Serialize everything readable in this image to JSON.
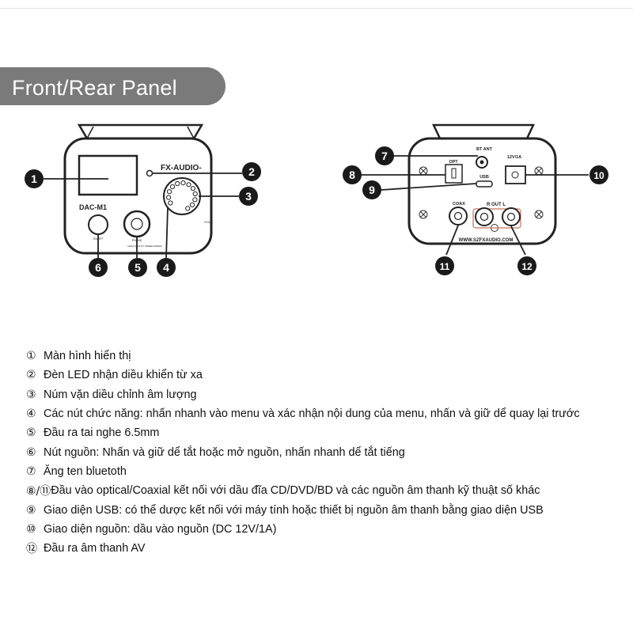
{
  "header": {
    "title": "Front/Rear Panel"
  },
  "front_panel": {
    "brand": "FX-AUDIO-",
    "model": "DAC-M1",
    "power_label": "ON/OFF",
    "phone_label": "PHONE",
    "phone_sublabel": "HIGH QUALITY WHEELMAKER",
    "volume_label": "VOL"
  },
  "rear_panel": {
    "bt_label": "BT ANT",
    "opt_label": "OPT",
    "usb_label": "USB",
    "dc_label": "12V/1A",
    "coax_label": "COAX",
    "out_label": "R   OUT   L",
    "website": "WWW.SZFXAUDIO.COM"
  },
  "callouts": {
    "c1": "1",
    "c2": "2",
    "c3": "3",
    "c4": "4",
    "c5": "5",
    "c6": "6",
    "c7": "7",
    "c8": "8",
    "c9": "9",
    "c10": "10",
    "c11": "11",
    "c12": "12"
  },
  "legend": [
    {
      "num": "①",
      "text": " Màn hình hiển thị"
    },
    {
      "num": "②",
      "text": "Đèn LED nhận diều khiển từ xa"
    },
    {
      "num": "③",
      "text": "Núm vặn diều chỉnh âm lượng"
    },
    {
      "num": "④",
      "text": "Các nút chức năng: nhấn nhanh vào menu và xác nhận nội dung của menu, nhấn và giữ dể quay lại trước"
    },
    {
      "num": "⑤",
      "text": "Đầu ra tai nghe 6.5mm"
    },
    {
      "num": "⑥",
      "text": "Nút nguồn: Nhấn và giữ dể tắt hoặc mở nguồn, nhấn nhanh dể tắt tiếng"
    },
    {
      "num": "⑦",
      "text": "Ăng ten bluetoth"
    },
    {
      "num": "⑧/⑪",
      "text": " Đầu vào optical/Coaxial kết nối với dầu đĩa CD/DVD/BD và các nguồn âm thanh kỹ thuật số khác"
    },
    {
      "num": "⑨",
      "text": "Giao diện USB: có thể dược kết nối với máy tính hoặc thiết bị nguồn âm thanh bằng giao diện USB"
    },
    {
      "num": "⑩",
      "text": "Giao diện nguồn: dầu vào nguồn (DC 12V/1A)"
    },
    {
      "num": "⑫",
      "text": "Đầu ra âm thanh AV"
    }
  ]
}
